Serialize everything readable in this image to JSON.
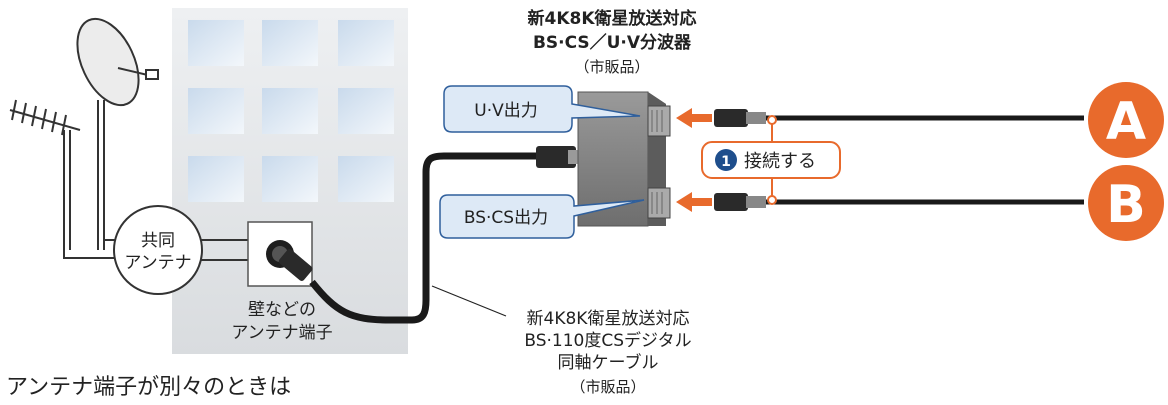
{
  "splitter": {
    "title_line1": "新4K8K衛星放送対応",
    "title_line2": "BS·CS／U·V分波器",
    "note": "（市販品）"
  },
  "outputs": {
    "uv": "U·V出力",
    "bscs": "BS·CS出力"
  },
  "step": {
    "number": "1",
    "label": "接続する"
  },
  "ports": {
    "a": "A",
    "b": "B"
  },
  "common_antenna": {
    "line1": "共同",
    "line2": "アンテナ"
  },
  "wall_terminal": {
    "line1": "壁などの",
    "line2": "アンテナ端子"
  },
  "cable": {
    "line1": "新4K8K衛星放送対応",
    "line2": "BS·110度CSデジタル",
    "line3": "同軸ケーブル",
    "note": "（市販品）"
  },
  "footer_text": "アンテナ端子が別々のときは",
  "colors": {
    "accent_orange": "#e86a2c",
    "callout_blue": "#dde9f6",
    "callout_border": "#2f5f9c",
    "step_circle": "#1e4e8c"
  }
}
